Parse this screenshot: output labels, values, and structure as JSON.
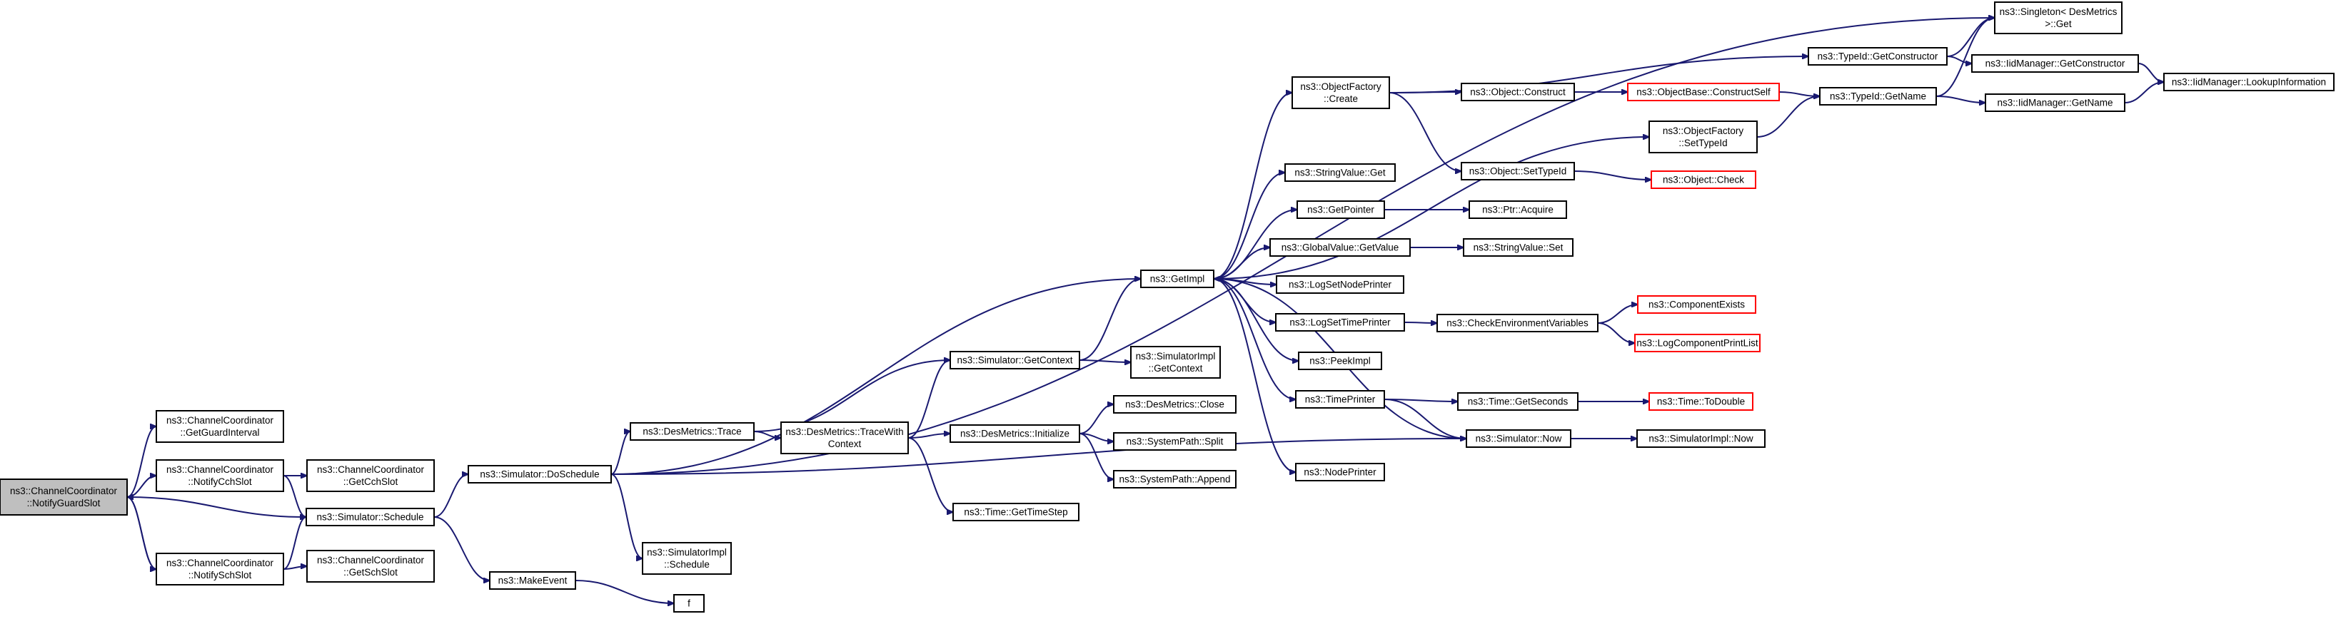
{
  "diagram": {
    "type": "call-graph",
    "nodes": [
      {
        "id": "notify_guard_slot",
        "lines": [
          "ns3::ChannelCoordinator",
          "::NotifyGuardSlot"
        ],
        "root": true
      },
      {
        "id": "get_guard_interval",
        "lines": [
          "ns3::ChannelCoordinator",
          "::GetGuardInterval"
        ]
      },
      {
        "id": "notify_cch_slot",
        "lines": [
          "ns3::ChannelCoordinator",
          "::NotifyCchSlot"
        ]
      },
      {
        "id": "notify_sch_slot",
        "lines": [
          "ns3::ChannelCoordinator",
          "::NotifySchSlot"
        ]
      },
      {
        "id": "get_cch_slot",
        "lines": [
          "ns3::ChannelCoordinator",
          "::GetCchSlot"
        ]
      },
      {
        "id": "get_sch_slot",
        "lines": [
          "ns3::ChannelCoordinator",
          "::GetSchSlot"
        ]
      },
      {
        "id": "simulator_schedule",
        "lines": [
          "ns3::Simulator::Schedule"
        ]
      },
      {
        "id": "simulator_do_schedule",
        "lines": [
          "ns3::Simulator::DoSchedule"
        ]
      },
      {
        "id": "make_event",
        "lines": [
          "ns3::MakeEvent"
        ]
      },
      {
        "id": "f",
        "lines": [
          "f"
        ]
      },
      {
        "id": "simulatorimpl_schedule",
        "lines": [
          "ns3::SimulatorImpl",
          "::Schedule"
        ]
      },
      {
        "id": "desmetrics_trace",
        "lines": [
          "ns3::DesMetrics::Trace"
        ]
      },
      {
        "id": "desmetrics_trace_with_context",
        "lines": [
          "ns3::DesMetrics::TraceWith",
          "Context"
        ]
      },
      {
        "id": "simulator_get_context",
        "lines": [
          "ns3::Simulator::GetContext"
        ]
      },
      {
        "id": "simulatorimpl_get_context",
        "lines": [
          "ns3::SimulatorImpl",
          "::GetContext"
        ]
      },
      {
        "id": "desmetrics_initialize",
        "lines": [
          "ns3::DesMetrics::Initialize"
        ]
      },
      {
        "id": "time_get_time_step",
        "lines": [
          "ns3::Time::GetTimeStep"
        ]
      },
      {
        "id": "desmetrics_close",
        "lines": [
          "ns3::DesMetrics::Close"
        ]
      },
      {
        "id": "systempath_split",
        "lines": [
          "ns3::SystemPath::Split"
        ]
      },
      {
        "id": "systempath_append",
        "lines": [
          "ns3::SystemPath::Append"
        ]
      },
      {
        "id": "get_impl",
        "lines": [
          "ns3::GetImpl"
        ]
      },
      {
        "id": "object_factory_create",
        "lines": [
          "ns3::ObjectFactory",
          "::Create"
        ]
      },
      {
        "id": "string_value_get",
        "lines": [
          "ns3::StringValue::Get"
        ]
      },
      {
        "id": "get_pointer",
        "lines": [
          "ns3::GetPointer"
        ]
      },
      {
        "id": "global_value_get_value",
        "lines": [
          "ns3::GlobalValue::GetValue"
        ]
      },
      {
        "id": "log_set_node_printer",
        "lines": [
          "ns3::LogSetNodePrinter"
        ]
      },
      {
        "id": "log_set_time_printer",
        "lines": [
          "ns3::LogSetTimePrinter"
        ]
      },
      {
        "id": "peek_impl",
        "lines": [
          "ns3::PeekImpl"
        ]
      },
      {
        "id": "time_printer",
        "lines": [
          "ns3::TimePrinter"
        ]
      },
      {
        "id": "node_printer",
        "lines": [
          "ns3::NodePrinter"
        ]
      },
      {
        "id": "object_construct",
        "lines": [
          "ns3::Object::Construct"
        ]
      },
      {
        "id": "object_set_type_id",
        "lines": [
          "ns3::Object::SetTypeId"
        ]
      },
      {
        "id": "ptr_acquire",
        "lines": [
          "ns3::Ptr::Acquire"
        ]
      },
      {
        "id": "string_value_set",
        "lines": [
          "ns3::StringValue::Set"
        ]
      },
      {
        "id": "check_environment_variables",
        "lines": [
          "ns3::CheckEnvironmentVariables"
        ]
      },
      {
        "id": "time_get_seconds",
        "lines": [
          "ns3::Time::GetSeconds"
        ]
      },
      {
        "id": "simulator_now",
        "lines": [
          "ns3::Simulator::Now"
        ]
      },
      {
        "id": "typeid_get_constructor",
        "lines": [
          "ns3::TypeId::GetConstructor"
        ]
      },
      {
        "id": "object_base_construct_self",
        "lines": [
          "ns3::ObjectBase::ConstructSelf"
        ],
        "truncated": true
      },
      {
        "id": "object_factory_set_type_id",
        "lines": [
          "ns3::ObjectFactory",
          "::SetTypeId"
        ]
      },
      {
        "id": "object_check",
        "lines": [
          "ns3::Object::Check"
        ],
        "truncated": true
      },
      {
        "id": "component_exists",
        "lines": [
          "ns3::ComponentExists"
        ],
        "truncated": true
      },
      {
        "id": "log_component_print_list",
        "lines": [
          "ns3::LogComponentPrintList"
        ],
        "truncated": true
      },
      {
        "id": "time_to_double",
        "lines": [
          "ns3::Time::ToDouble"
        ],
        "truncated": true
      },
      {
        "id": "simulatorimpl_now",
        "lines": [
          "ns3::SimulatorImpl::Now"
        ]
      },
      {
        "id": "singleton_desmetrics_get",
        "lines": [
          "ns3::Singleton< DesMetrics",
          " >::Get"
        ]
      },
      {
        "id": "typeid_get_name",
        "lines": [
          "ns3::TypeId::GetName"
        ]
      },
      {
        "id": "iid_manager_get_constructor",
        "lines": [
          "ns3::IidManager::GetConstructor"
        ]
      },
      {
        "id": "iid_manager_get_name",
        "lines": [
          "ns3::IidManager::GetName"
        ]
      },
      {
        "id": "iid_manager_lookup_information",
        "lines": [
          "ns3::IidManager::LookupInformation"
        ]
      }
    ],
    "edges": [
      {
        "from": "notify_guard_slot",
        "to": "get_guard_interval"
      },
      {
        "from": "notify_guard_slot",
        "to": "notify_cch_slot"
      },
      {
        "from": "notify_guard_slot",
        "to": "simulator_schedule"
      },
      {
        "from": "notify_guard_slot",
        "to": "notify_sch_slot"
      },
      {
        "from": "notify_cch_slot",
        "to": "get_cch_slot"
      },
      {
        "from": "notify_cch_slot",
        "to": "simulator_schedule"
      },
      {
        "from": "notify_sch_slot",
        "to": "notify_guard_slot"
      },
      {
        "from": "notify_sch_slot",
        "to": "simulator_schedule"
      },
      {
        "from": "notify_sch_slot",
        "to": "get_sch_slot"
      },
      {
        "from": "simulator_schedule",
        "to": "simulator_do_schedule"
      },
      {
        "from": "simulator_schedule",
        "to": "make_event"
      },
      {
        "from": "make_event",
        "to": "f"
      },
      {
        "from": "simulator_do_schedule",
        "to": "singleton_desmetrics_get"
      },
      {
        "from": "simulator_do_schedule",
        "to": "get_impl"
      },
      {
        "from": "simulator_do_schedule",
        "to": "desmetrics_trace"
      },
      {
        "from": "simulator_do_schedule",
        "to": "simulator_now"
      },
      {
        "from": "simulator_do_schedule",
        "to": "simulatorimpl_schedule"
      },
      {
        "from": "desmetrics_trace",
        "to": "desmetrics_trace_with_context"
      },
      {
        "from": "desmetrics_trace",
        "to": "simulator_get_context"
      },
      {
        "from": "desmetrics_trace_with_context",
        "to": "simulator_get_context"
      },
      {
        "from": "desmetrics_trace_with_context",
        "to": "desmetrics_initialize"
      },
      {
        "from": "desmetrics_trace_with_context",
        "to": "time_get_time_step"
      },
      {
        "from": "simulator_get_context",
        "to": "get_impl"
      },
      {
        "from": "simulator_get_context",
        "to": "simulatorimpl_get_context"
      },
      {
        "from": "desmetrics_initialize",
        "to": "desmetrics_close"
      },
      {
        "from": "desmetrics_initialize",
        "to": "systempath_split"
      },
      {
        "from": "desmetrics_initialize",
        "to": "systempath_append"
      },
      {
        "from": "get_impl",
        "to": "object_factory_create"
      },
      {
        "from": "get_impl",
        "to": "object_factory_set_type_id"
      },
      {
        "from": "get_impl",
        "to": "string_value_get"
      },
      {
        "from": "get_impl",
        "to": "get_pointer"
      },
      {
        "from": "get_impl",
        "to": "global_value_get_value"
      },
      {
        "from": "get_impl",
        "to": "log_set_node_printer"
      },
      {
        "from": "get_impl",
        "to": "log_set_time_printer"
      },
      {
        "from": "get_impl",
        "to": "peek_impl"
      },
      {
        "from": "get_impl",
        "to": "time_printer"
      },
      {
        "from": "get_impl",
        "to": "node_printer"
      },
      {
        "from": "object_factory_create",
        "to": "typeid_get_constructor"
      },
      {
        "from": "object_factory_create",
        "to": "object_construct"
      },
      {
        "from": "object_factory_create",
        "to": "object_set_type_id"
      },
      {
        "from": "object_construct",
        "to": "object_base_construct_self"
      },
      {
        "from": "object_base_construct_self",
        "to": "typeid_get_name"
      },
      {
        "from": "object_factory_set_type_id",
        "to": "typeid_get_name"
      },
      {
        "from": "object_set_type_id",
        "to": "object_check"
      },
      {
        "from": "get_pointer",
        "to": "ptr_acquire"
      },
      {
        "from": "global_value_get_value",
        "to": "string_value_set"
      },
      {
        "from": "log_set_time_printer",
        "to": "check_environment_variables"
      },
      {
        "from": "check_environment_variables",
        "to": "component_exists"
      },
      {
        "from": "check_environment_variables",
        "to": "log_component_print_list"
      },
      {
        "from": "time_printer",
        "to": "time_get_seconds"
      },
      {
        "from": "time_printer",
        "to": "simulator_now"
      },
      {
        "from": "time_get_seconds",
        "to": "time_to_double"
      },
      {
        "from": "simulator_now",
        "to": "get_impl"
      },
      {
        "from": "simulator_now",
        "to": "simulatorimpl_now"
      },
      {
        "from": "typeid_get_constructor",
        "to": "singleton_desmetrics_get"
      },
      {
        "from": "typeid_get_constructor",
        "to": "iid_manager_get_constructor"
      },
      {
        "from": "typeid_get_name",
        "to": "singleton_desmetrics_get"
      },
      {
        "from": "typeid_get_name",
        "to": "iid_manager_get_name"
      },
      {
        "from": "iid_manager_get_constructor",
        "to": "iid_manager_lookup_information"
      },
      {
        "from": "iid_manager_get_name",
        "to": "iid_manager_lookup_information"
      }
    ]
  },
  "colors": {
    "edge": "#191970",
    "root_fill": "#bfbfbf",
    "node_fill": "#ffffff",
    "node_border": "#000000",
    "truncated_border": "#ff0000"
  }
}
